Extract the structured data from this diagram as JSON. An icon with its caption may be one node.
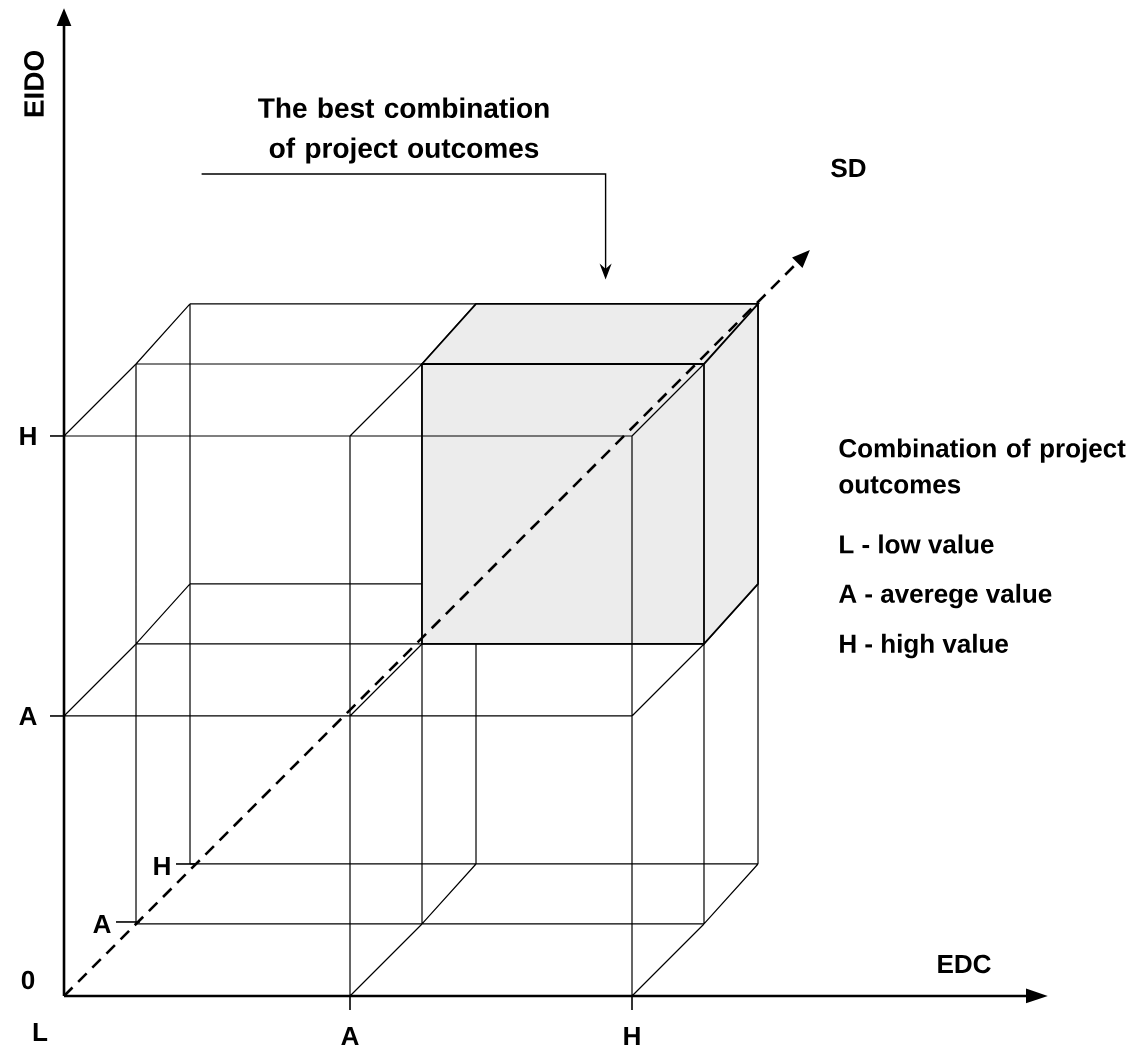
{
  "diagram": {
    "nodes": [
      {
        "text": [
          "The best combination of project outcomes"
        ]
      },
      {
        "text": [],
        "shape": "box"
      }
    ],
    "edges": [
      {
        "from": 0,
        "to": 1,
        "arrow": "to"
      }
    ],
    "labels": [
      "EIDO",
      "SD",
      "Combination of project outcomes",
      "L - low value",
      "A - averege value",
      "H - high value",
      "H",
      "A",
      "H",
      "A",
      "0",
      "EDC",
      "L",
      "A",
      "H"
    ]
  }
}
